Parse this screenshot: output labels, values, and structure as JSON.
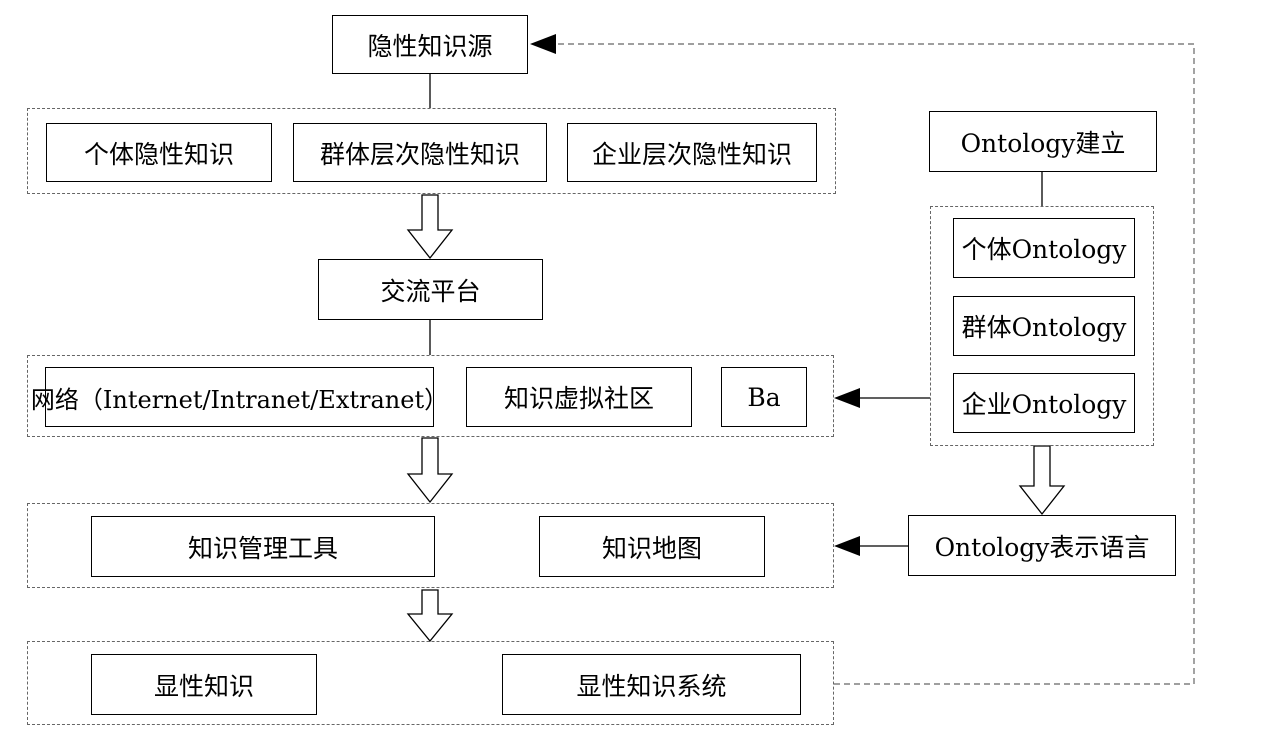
{
  "tacit_source": "隐性知识源",
  "tacit_levels": [
    "个体隐性知识",
    "群体层次隐性知识",
    "企业层次隐性知识"
  ],
  "platform": "交流平台",
  "platform_items": [
    "网络（Internet/Intranet/Extranet）",
    "知识虚拟社区",
    "Ba"
  ],
  "tools": [
    "知识管理工具",
    "知识地图"
  ],
  "explicit": [
    "显性知识",
    "显性知识系统"
  ],
  "ontology_build": "Ontology建立",
  "ontology_levels": [
    "个体Ontology",
    "群体Ontology",
    "企业Ontology"
  ],
  "ontology_language": "Ontology表示语言"
}
